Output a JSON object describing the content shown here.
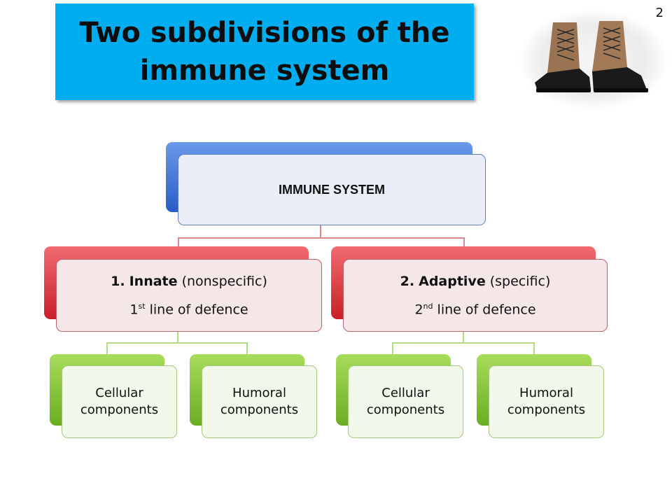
{
  "slide": {
    "title_line1": "Two subdivisions of the",
    "title_line2": "immune system",
    "page_number": "2",
    "image_icon": "leather-boots-icon"
  },
  "diagram": {
    "root": {
      "label": "IMMUNE SYSTEM"
    },
    "branches": [
      {
        "number": "1.",
        "name": "Innate",
        "qualifier": "(nonspecific)",
        "line_prefix": "1",
        "line_sup": "st",
        "line_suffix": "line of defence",
        "children": [
          {
            "line1": "Cellular",
            "line2": "components"
          },
          {
            "line1": "Humoral",
            "line2": "components"
          }
        ]
      },
      {
        "number": "2.",
        "name": "Adaptive",
        "qualifier": "(specific)",
        "line_prefix": "2",
        "line_sup": "nd",
        "line_suffix": "line of defence",
        "children": [
          {
            "line1": "Cellular",
            "line2": "components"
          },
          {
            "line1": "Humoral",
            "line2": "components"
          }
        ]
      }
    ]
  },
  "colors": {
    "title_bg": "#00aeef",
    "root_accent": "#3a6fd8",
    "branch_accent": "#e0303a",
    "leaf_accent": "#8cc63f"
  }
}
